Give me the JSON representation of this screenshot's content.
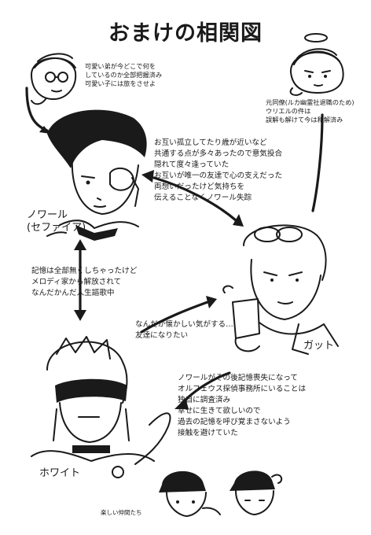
{
  "title": "おまけの相関図",
  "notes": {
    "top_left": "可愛い弟が今どこで何を\nしているのか全部把握済み\n可愛い子には旅をさせよ",
    "top_right": "元同僚(ルカ幽霊社退職のため)\nウリエルの件は\n誤解も解けて今は和解済み"
  },
  "relations": {
    "noir_gut": "お互い孤立してたり歳が近いなど\n共通する点が多々あったので意気投合\n隠れて度々逢っていた\nお互いが唯一の友達で心の支えだった\n両想いだったけど気持ちを\n伝えることなくノワール失踪",
    "noir_white": "記憶は全部無くしちゃったけど\nメロディ家から解放されて\nなんだかんだ人生謳歌中",
    "white_gut": "なんだか懐かしい気がする…\n友達になりたい",
    "gut_white": "ノワールがその後記憶喪失になって\nオルフェウス探偵事務所にいることは\n独自に調査済み\n幸せに生きて欲しいので\n過去の記憶を呼び覚まさないよう\n接触を避けていた"
  },
  "characters": {
    "noir": "ノワール\n(セファイア)",
    "gut": "ガット",
    "white": "ホワイト"
  },
  "footer": "楽しい仲間たち"
}
